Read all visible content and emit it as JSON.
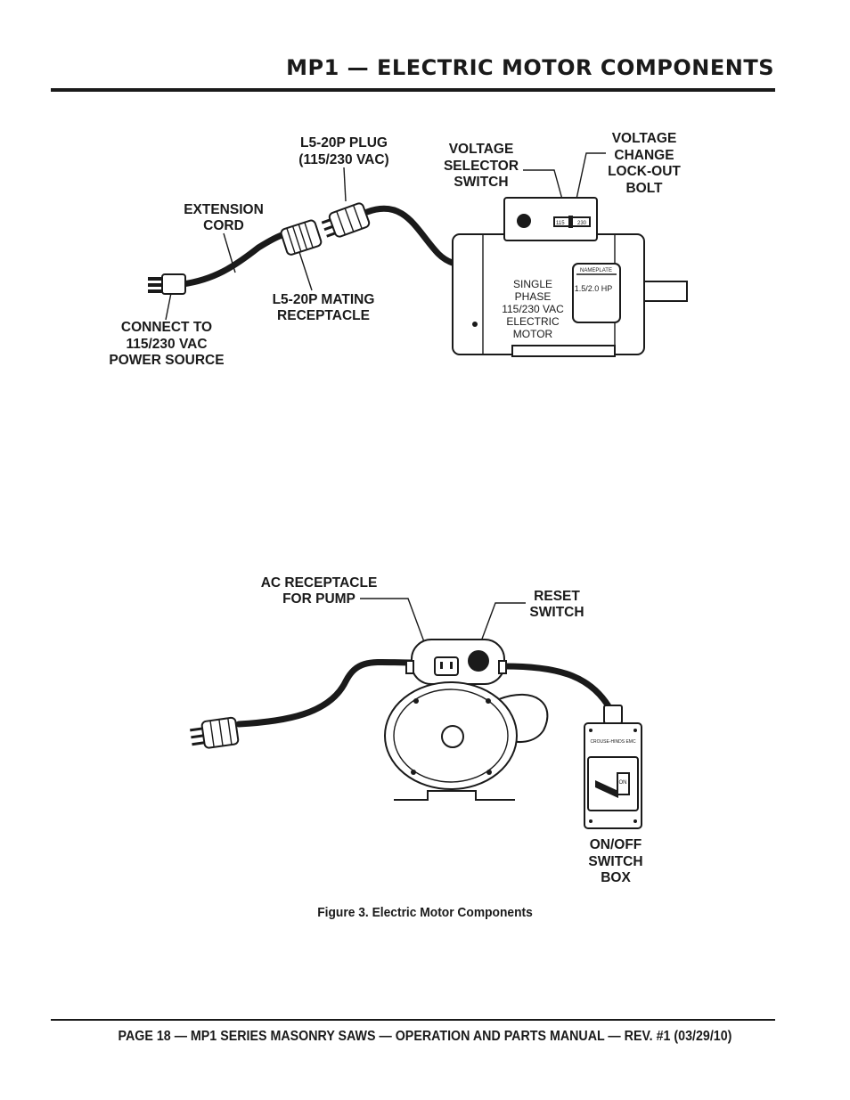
{
  "header": {
    "title": "MP1  —  ELECTRIC MOTOR COMPONENTS"
  },
  "figure_top": {
    "labels": {
      "plug": [
        "L5-20P PLUG",
        "(115/230 VAC)"
      ],
      "voltage_selector": [
        "VOLTAGE",
        "SELECTOR",
        "SWITCH"
      ],
      "lockout_bolt": [
        "VOLTAGE",
        "CHANGE",
        "LOCK-OUT",
        "BOLT"
      ],
      "extension_cord": [
        "EXTENSION",
        "CORD"
      ],
      "mating_receptacle": [
        "L5-20P MATING",
        "RECEPTACLE"
      ],
      "connect_to": [
        "CONNECT TO",
        "115/230 VAC",
        "POWER SOURCE"
      ],
      "motor": [
        "SINGLE",
        "PHASE",
        "115/230 VAC",
        "ELECTRIC",
        "MOTOR"
      ],
      "nameplate_title": "NAMEPLATE",
      "nameplate_hp": "1.5/2.0 HP",
      "selector_115": "115",
      "selector_230": "230"
    }
  },
  "figure_bottom": {
    "labels": {
      "ac_receptacle": [
        "AC RECEPTACLE",
        "FOR PUMP"
      ],
      "reset_switch": [
        "RESET",
        "SWITCH"
      ],
      "onoff_box": [
        "ON/OFF",
        "SWITCH",
        "BOX"
      ],
      "box_brand": "CROUSE-HINDS  EMC",
      "box_on": "ON"
    }
  },
  "caption": "Figure 3. Electric Motor Components",
  "footer": "PAGE 18 — MP1 SERIES MASONRY SAWS — OPERATION AND PARTS MANUAL — REV. #1  (03/29/10)"
}
